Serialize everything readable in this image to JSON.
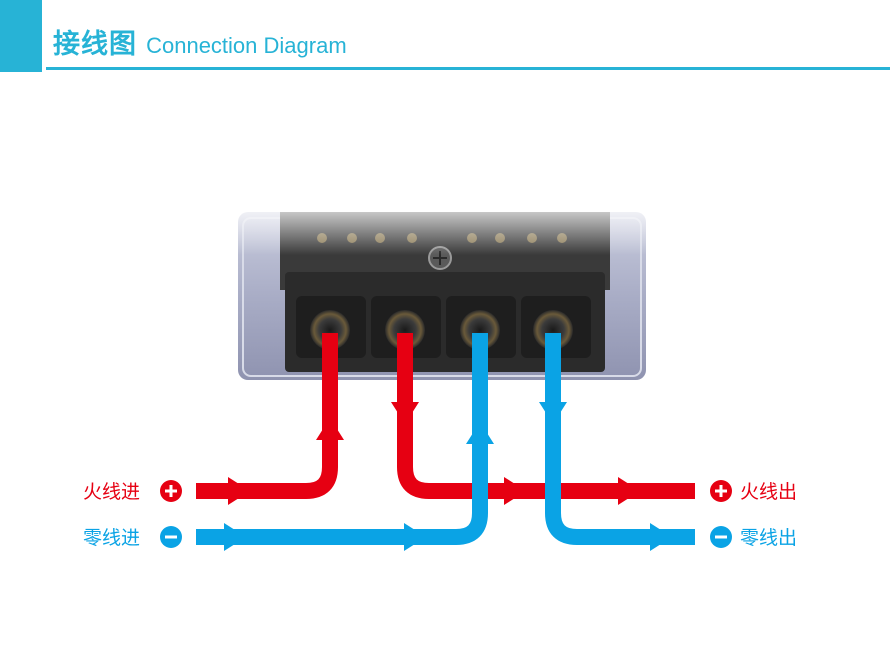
{
  "header": {
    "title_cn": "接线图",
    "title_en": "Connection Diagram",
    "accent_color": "#27b3d6"
  },
  "device": {
    "name": "meter-terminal-block",
    "terminal_count": 4
  },
  "wiring": {
    "live_color": "#e60012",
    "neutral_color": "#0aa3e5",
    "live_in_label": "火线进",
    "neutral_in_label": "零线进",
    "live_out_label": "火线出",
    "neutral_out_label": "零线出",
    "plus_icon": "plus-circle-icon",
    "minus_icon": "minus-circle-icon"
  }
}
